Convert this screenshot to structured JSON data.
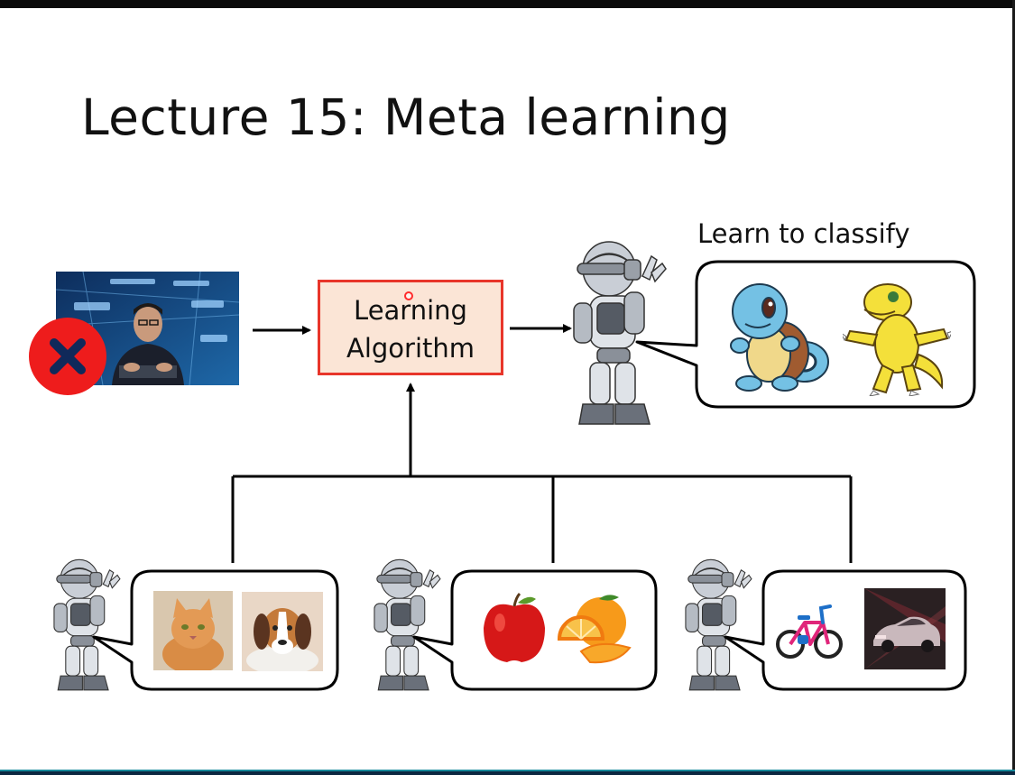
{
  "slide": {
    "title": "Lecture 15: Meta learning",
    "learn_label": "Learn to classify",
    "algorithm": {
      "line1": "Learning",
      "line2": "Algorithm"
    }
  },
  "colors": {
    "algo_border": "#e8352a",
    "algo_fill": "#fbe5d6",
    "no_badge": "#ee1c1c",
    "bottom_bar": "#0c2740",
    "bottom_accent": "#16899a"
  },
  "icons": {
    "human_programmer": "person-at-keyboard-photo",
    "badge": "x-mark-icon",
    "agent": "robot-icon",
    "target_task": [
      "squirtle-image",
      "agumon-image"
    ],
    "training_tasks": [
      [
        "cat-image",
        "dog-image"
      ],
      [
        "apple-image",
        "orange-image"
      ],
      [
        "bicycle-image",
        "car-image"
      ]
    ]
  }
}
